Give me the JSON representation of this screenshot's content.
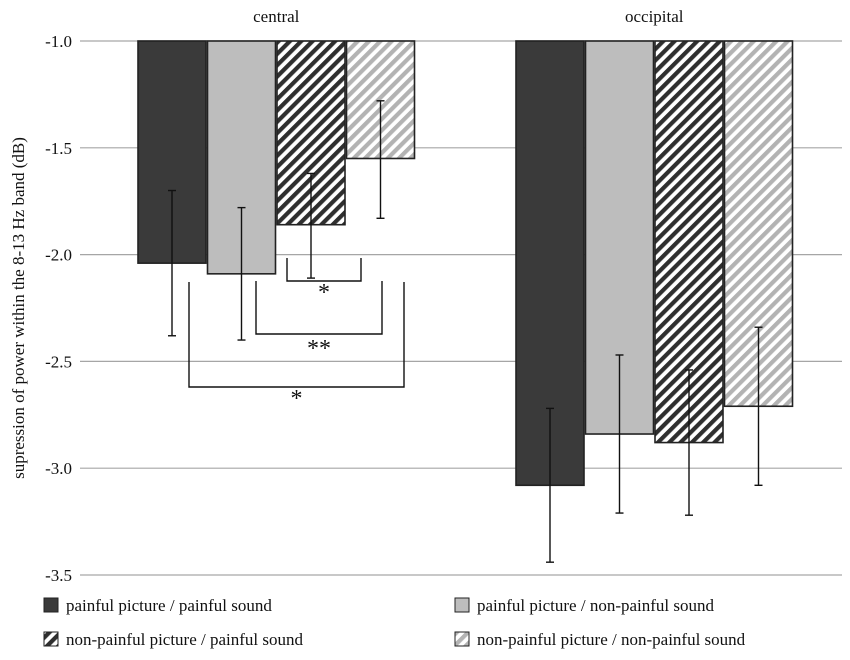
{
  "chart_data": {
    "type": "bar",
    "title": "",
    "xlabel": "",
    "ylabel": "supression of power within the 8-13 Hz band (dB)",
    "ylim": [
      -3.5,
      -1.0
    ],
    "ytick_values": [
      -1.0,
      -1.5,
      -2.0,
      -2.5,
      -3.0,
      -3.5
    ],
    "ytick_labels": [
      "-1.0",
      "-1.5",
      "-2.0",
      "-2.5",
      "-3.0",
      "-3.5"
    ],
    "grid": "horizontal",
    "bar_origin": -1.0,
    "categories": [
      "central",
      "occipital"
    ],
    "series": [
      {
        "name": "painful picture / painful sound",
        "fill": "solid",
        "color": "#3a3a3a",
        "values": [
          -2.04,
          -3.08
        ],
        "error_low": [
          -2.38,
          -3.44
        ],
        "error_high": [
          -1.7,
          -2.72
        ]
      },
      {
        "name": "painful picture / non-painful sound",
        "fill": "solid",
        "color": "#bdbdbd",
        "values": [
          -2.09,
          -2.84
        ],
        "error_low": [
          -2.4,
          -3.21
        ],
        "error_high": [
          -1.78,
          -2.47
        ]
      },
      {
        "name": "non-painful picture / painful sound",
        "fill": "stripes",
        "color": "#2f2f2f",
        "values": [
          -1.86,
          -2.88
        ],
        "error_low": [
          -2.11,
          -3.22
        ],
        "error_high": [
          -1.62,
          -2.54
        ]
      },
      {
        "name": "non-painful picture / non-painful sound",
        "fill": "stripes",
        "color": "#b3b3b3",
        "values": [
          -1.55,
          -2.71
        ],
        "error_low": [
          -1.83,
          -3.08
        ],
        "error_high": [
          -1.28,
          -2.34
        ]
      }
    ],
    "legend": {
      "placement": "bottom",
      "columns": 2
    },
    "significance": [
      {
        "category": 0,
        "between": [
          2,
          3
        ],
        "label": "*"
      },
      {
        "category": 0,
        "between": [
          1,
          3
        ],
        "label": "**"
      },
      {
        "category": 0,
        "between": [
          0,
          3
        ],
        "label": "*"
      }
    ]
  }
}
